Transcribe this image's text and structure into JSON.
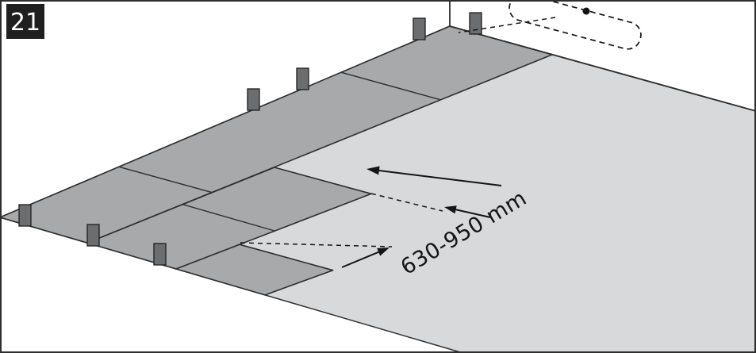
{
  "figure": {
    "step_number": "21",
    "measurement_label": "630-950 mm"
  },
  "scene": {
    "plank_row_count": 3,
    "spacer_count": 7,
    "arrow_count": 3,
    "has_dashed_plank_outline": true,
    "has_reference_dot": true
  },
  "colors": {
    "background": "#ffffff",
    "frame": "#2e2e2e",
    "badge_bg": "#1f1f1f",
    "badge_text": "#ffffff",
    "floor": "#d8d9da",
    "plank": "#a7a9ab",
    "outline": "#2e2e2e",
    "spacer": "#6b6d6f",
    "annotation": "#141414"
  }
}
